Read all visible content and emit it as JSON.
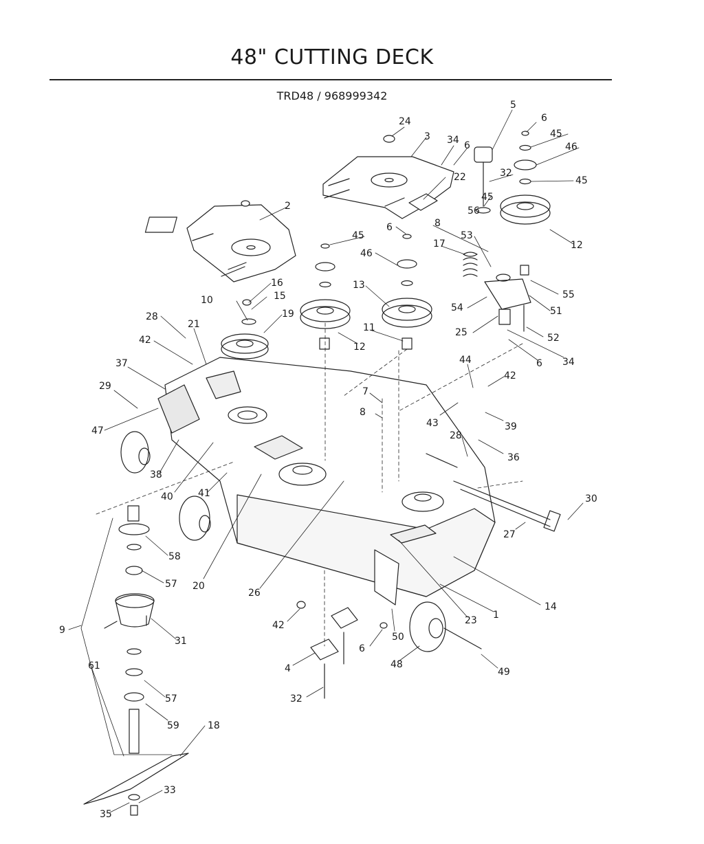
{
  "header": {
    "title": "48\" CUTTING DECK",
    "model": "TRD48 / 968999342"
  },
  "callouts": [
    {
      "id": "c24",
      "label": "24"
    },
    {
      "id": "c3",
      "label": "3"
    },
    {
      "id": "c34a",
      "label": "34"
    },
    {
      "id": "c6a",
      "label": "6"
    },
    {
      "id": "c5",
      "label": "5"
    },
    {
      "id": "c6b",
      "label": "6"
    },
    {
      "id": "c45a",
      "label": "45"
    },
    {
      "id": "c46a",
      "label": "46"
    },
    {
      "id": "c32a",
      "label": "32"
    },
    {
      "id": "c45b",
      "label": "45"
    },
    {
      "id": "c22",
      "label": "22"
    },
    {
      "id": "c45c",
      "label": "45"
    },
    {
      "id": "c56",
      "label": "56"
    },
    {
      "id": "c2",
      "label": "2"
    },
    {
      "id": "c6c",
      "label": "6"
    },
    {
      "id": "c8a",
      "label": "8"
    },
    {
      "id": "c45d",
      "label": "45"
    },
    {
      "id": "c53",
      "label": "53"
    },
    {
      "id": "c12a",
      "label": "12"
    },
    {
      "id": "c46b",
      "label": "46"
    },
    {
      "id": "c17",
      "label": "17"
    },
    {
      "id": "c16",
      "label": "16"
    },
    {
      "id": "c15",
      "label": "15"
    },
    {
      "id": "c13",
      "label": "13"
    },
    {
      "id": "c55",
      "label": "55"
    },
    {
      "id": "c10",
      "label": "10"
    },
    {
      "id": "c54",
      "label": "54"
    },
    {
      "id": "c51",
      "label": "51"
    },
    {
      "id": "c28a",
      "label": "28"
    },
    {
      "id": "c19",
      "label": "19"
    },
    {
      "id": "c11",
      "label": "11"
    },
    {
      "id": "c25",
      "label": "25"
    },
    {
      "id": "c52",
      "label": "52"
    },
    {
      "id": "c21",
      "label": "21"
    },
    {
      "id": "c12b",
      "label": "12"
    },
    {
      "id": "c42a",
      "label": "42"
    },
    {
      "id": "c6d",
      "label": "6"
    },
    {
      "id": "c34b",
      "label": "34"
    },
    {
      "id": "c37",
      "label": "37"
    },
    {
      "id": "c44",
      "label": "44"
    },
    {
      "id": "c42b",
      "label": "42"
    },
    {
      "id": "c29",
      "label": "29"
    },
    {
      "id": "c7",
      "label": "7"
    },
    {
      "id": "c8b",
      "label": "8"
    },
    {
      "id": "c43",
      "label": "43"
    },
    {
      "id": "c39",
      "label": "39"
    },
    {
      "id": "c47",
      "label": "47"
    },
    {
      "id": "c28b",
      "label": "28"
    },
    {
      "id": "c36",
      "label": "36"
    },
    {
      "id": "c38",
      "label": "38"
    },
    {
      "id": "c40",
      "label": "40"
    },
    {
      "id": "c41",
      "label": "41"
    },
    {
      "id": "c30",
      "label": "30"
    },
    {
      "id": "c27",
      "label": "27"
    },
    {
      "id": "c58",
      "label": "58"
    },
    {
      "id": "c57a",
      "label": "57"
    },
    {
      "id": "c20",
      "label": "20"
    },
    {
      "id": "c26",
      "label": "26"
    },
    {
      "id": "c14",
      "label": "14"
    },
    {
      "id": "c23",
      "label": "23"
    },
    {
      "id": "c1",
      "label": "1"
    },
    {
      "id": "c9",
      "label": "9"
    },
    {
      "id": "c31",
      "label": "31"
    },
    {
      "id": "c42c",
      "label": "42"
    },
    {
      "id": "c50",
      "label": "50"
    },
    {
      "id": "c6e",
      "label": "6"
    },
    {
      "id": "c61",
      "label": "61"
    },
    {
      "id": "c4",
      "label": "4"
    },
    {
      "id": "c48",
      "label": "48"
    },
    {
      "id": "c49",
      "label": "49"
    },
    {
      "id": "c57b",
      "label": "57"
    },
    {
      "id": "c32b",
      "label": "32"
    },
    {
      "id": "c59",
      "label": "59"
    },
    {
      "id": "c18",
      "label": "18"
    },
    {
      "id": "c33",
      "label": "33"
    },
    {
      "id": "c35",
      "label": "35"
    }
  ]
}
